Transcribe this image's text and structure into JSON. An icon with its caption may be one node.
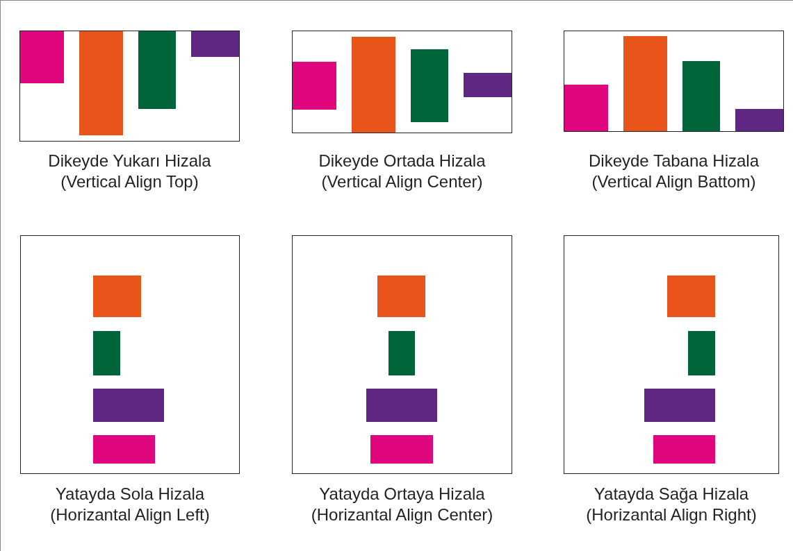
{
  "diagram": {
    "labels": [
      "Dikeyde Yukarı Hizala",
      "(Vertical Align Top)",
      "Dikeyde Ortada Hizala",
      "(Vertical Align Center)",
      "Dikeyde Tabana Hizala",
      "(Vertical Align Battom)",
      "Yatayda Sola Hizala",
      "(Horizantal Align Left)",
      "Yatayda Ortaya Hizala",
      "(Horizantal Align Center)",
      "Yatayda Sağa Hizala",
      "(Horizantal Align Right)"
    ]
  }
}
